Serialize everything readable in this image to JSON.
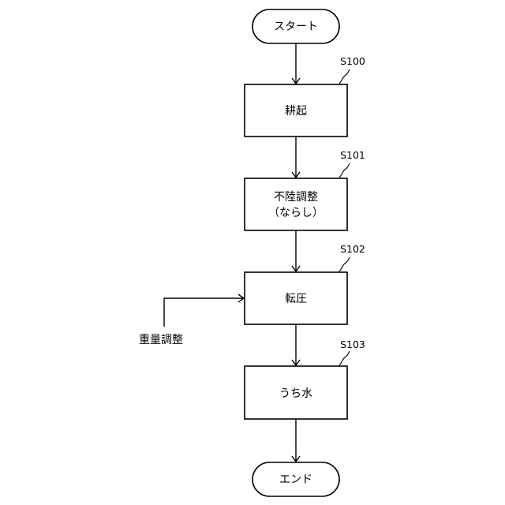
{
  "start": {
    "label": "スタート"
  },
  "end": {
    "label": "エンド"
  },
  "steps": [
    {
      "id": "S100",
      "lines": [
        "耕起"
      ]
    },
    {
      "id": "S101",
      "lines": [
        "不陸調整",
        "（ならし）"
      ]
    },
    {
      "id": "S102",
      "lines": [
        "転圧"
      ]
    },
    {
      "id": "S103",
      "lines": [
        "うち水"
      ]
    }
  ],
  "side_input": {
    "label": "重量調整"
  }
}
